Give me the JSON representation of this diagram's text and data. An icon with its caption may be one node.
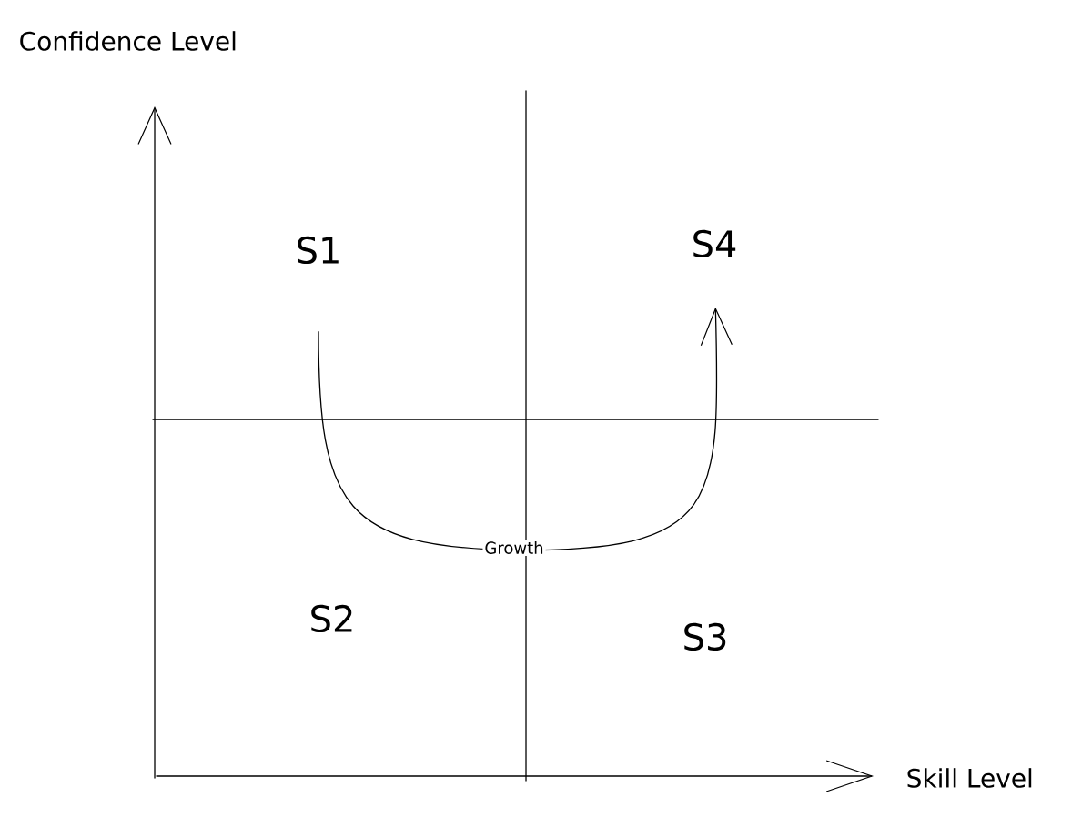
{
  "diagram": {
    "nodes": [
      {
        "text": [
          "S1"
        ]
      },
      {
        "text": [
          "S4"
        ]
      }
    ],
    "edges": [
      {
        "from": 0,
        "to": 1,
        "arrow": "to",
        "label": "Growth"
      }
    ],
    "labels": [
      "Confidence Level",
      "S2",
      "S3",
      "Skill Level"
    ]
  }
}
